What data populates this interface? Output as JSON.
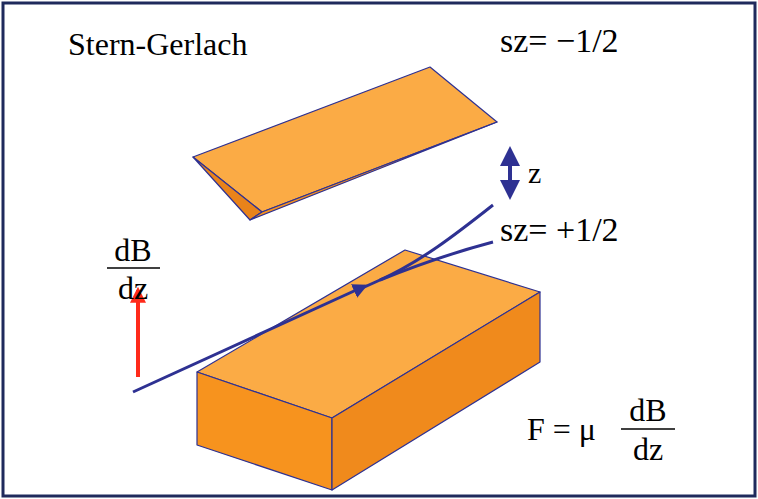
{
  "diagram": {
    "title": "Stern-Gerlach",
    "labels": [
      "sz= −1/2",
      "z",
      "sz= +1/2",
      "dB",
      "dz",
      "F = μ",
      "dB",
      "dz"
    ]
  }
}
